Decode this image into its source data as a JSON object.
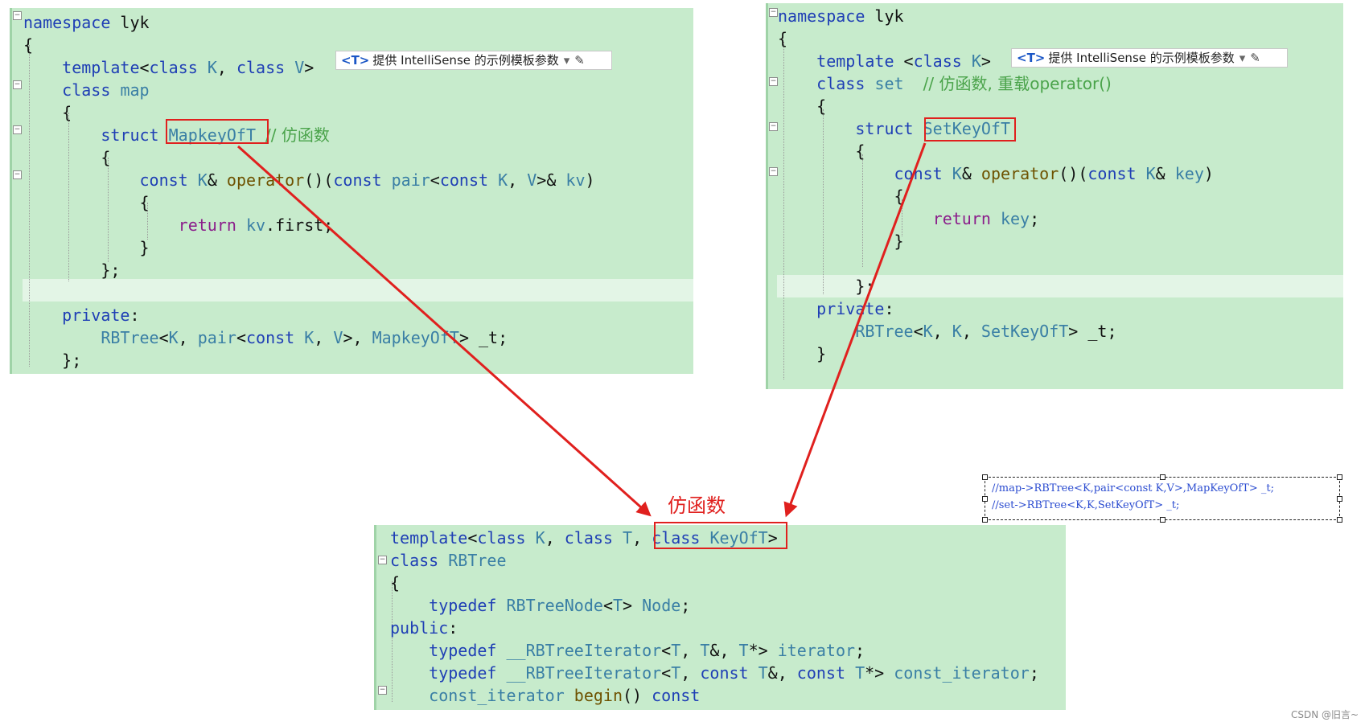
{
  "left_panel": {
    "lines": [
      "namespace lyk",
      "{",
      "    template<class K, class V>",
      "    class map",
      "    {",
      "        struct MapkeyOfT // 仿函数",
      "        {",
      "            const K& operator()(const pair<const K, V>& kv)",
      "            {",
      "                return kv.first;",
      "            }",
      "        };",
      "",
      "    private:",
      "        RBTree<K, pair<const K, V>, MapkeyOfT> _t;",
      "    };"
    ],
    "tooltip": {
      "badge": "<T>",
      "text": "提供 IntelliSense 的示例模板参数",
      "caret": "▾",
      "pen": "✎"
    }
  },
  "right_panel": {
    "lines": [
      "namespace lyk",
      "{",
      "    template <class K>",
      "    class set  // 仿函数, 重载operator()",
      "    {",
      "        struct SetKeyOfT",
      "        {",
      "            const K& operator()(const K& key)",
      "            {",
      "                return key;",
      "            }",
      "",
      "        };",
      "    private:",
      "        RBTree<K, K, SetKeyOfT> _t;",
      "    }"
    ],
    "tooltip": {
      "badge": "<T>",
      "text": "提供 IntelliSense 的示例模板参数",
      "caret": "▾",
      "pen": "✎"
    }
  },
  "bottom_panel": {
    "lines": [
      "template<class K, class T, class KeyOfT>",
      "class RBTree",
      "{",
      "    typedef RBTreeNode<T> Node;",
      "public:",
      "    typedef __RBTreeIterator<T, T&, T*> iterator;",
      "    typedef __RBTreeIterator<T, const T&, const T*> const_iterator;",
      "    const_iterator begin() const"
    ]
  },
  "annotation_label": "仿函数",
  "note_box": {
    "lines": [
      "//map->RBTree<K,pair<const K,V>,MapKeyOfT> _t;",
      "//set->RBTree<K,K,SetKeyOfT> _t;"
    ]
  },
  "watermark": "CSDN @旧言~",
  "colors": {
    "panel_bg": "#c7ebcc",
    "highlight_red": "#e0201e",
    "keyword_blue": "#1f3fb5"
  }
}
